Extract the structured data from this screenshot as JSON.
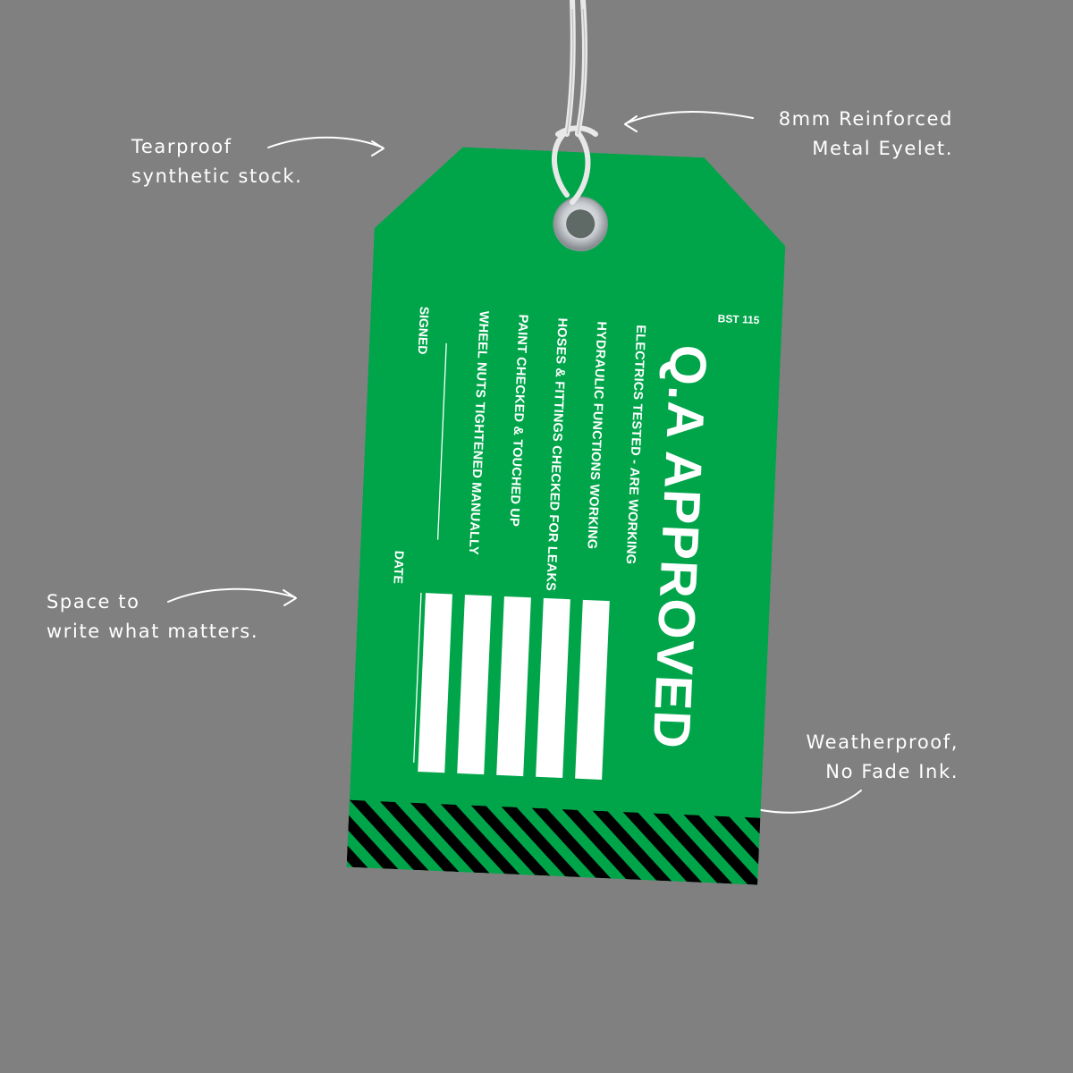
{
  "callouts": {
    "tearproof": [
      "Tearproof",
      "synthetic stock."
    ],
    "eyelet": [
      "8mm Reinforced",
      "Metal Eyelet."
    ],
    "space": [
      "Space to",
      "write what matters."
    ],
    "weather": [
      "Weatherproof,",
      "No Fade Ink."
    ]
  },
  "tag": {
    "code": "BST 115",
    "title": "Q.A APPROVED",
    "checklist": [
      "ELECTRICS TESTED - ARE WORKING",
      "HYDRAULIC FUNCTIONS WORKING",
      "HOSES & FITTINGS CHECKED FOR LEAKS",
      "PAINT CHECKED & TOUCHED UP",
      "WHEEL NUTS TIGHTENED MANUALLY"
    ],
    "signed_label": "SIGNED",
    "date_label": "DATE",
    "checkbox_count": 5
  },
  "colors": {
    "background": "#808080",
    "tag_green": "#00a54a",
    "stripe_black": "#000000",
    "text_white": "#ffffff",
    "string": "#e8e8e8",
    "eyelet": "#c9cdd1"
  },
  "icons": {
    "arrows": "curved-arrow-icon",
    "eyelet": "eyelet-icon",
    "string": "string-icon"
  }
}
